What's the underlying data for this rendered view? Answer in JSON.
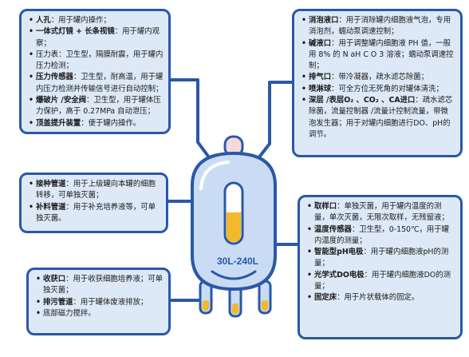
{
  "vessel": {
    "label": "30L-240L",
    "colors": {
      "outline": "#2a58a6",
      "body": "#c9dcf3",
      "liquid": "#f2b92a",
      "cap": "#f6dada"
    }
  },
  "top_left": [
    {
      "term": "人孔",
      "desc": "：用于罐内操作；"
    },
    {
      "term": "一体式灯镜 + 长条视镜",
      "desc": "：用于罐内观察；"
    },
    {
      "term": "",
      "desc": "压力表：卫生型，隔膜耐震，用于罐内压力检测；"
    },
    {
      "term": "压力传感器",
      "desc": "：卫生型，耐高温，用于罐内压力检测并传输信号进行自动控制；"
    },
    {
      "term": "爆破片 /安全阀",
      "desc": "：卫生型，用于罐体压力保护，高于 0.27MPa 自动泄压；"
    },
    {
      "term": "顶盖提升装置",
      "desc": "：便于罐内操作。"
    }
  ],
  "top_right": [
    {
      "term": "消泡液口",
      "desc": "：用于消除罐内细胞液气泡，专用消泡剂，蠕动泵调速控制；"
    },
    {
      "term": "碱液口",
      "desc": "：用于调整罐内细胞液 PH 值，一般用 8% 的 N aH C O 3 溶液；蠕动泵调速控制；"
    },
    {
      "term": "排气口",
      "desc": "：带冷凝器，疏水滤芯除菌；"
    },
    {
      "term": "喷淋球",
      "desc": "：可全方位无死角的对罐体清洗；"
    },
    {
      "term": "深层 /表层O₂ 、CO₂ 、CA进口",
      "desc": "：疏水滤芯除菌，流量控制器 /流量计控制流量，带微泡发生器；用于对罐内细胞进行DO、pH的调节。"
    }
  ],
  "mid_left": [
    {
      "term": "接种管道",
      "desc": "：用于上级罐向本罐的细胞转移，可单独灭菌；"
    },
    {
      "term": "补料管道",
      "desc": "：用于补充培养液等，可单独灭菌。"
    }
  ],
  "bottom_left": [
    {
      "term": "收获口",
      "desc": "：用于收获细胞培养液；可单独灭菌；"
    },
    {
      "term": "排污管道",
      "desc": "：用于罐体废液排放；"
    },
    {
      "term": "",
      "desc": "底部磁力搅拌。"
    }
  ],
  "bottom_right": [
    {
      "term": "取样口",
      "desc": "：单独灭菌，用于罐内温度的测量，单次灭菌，无限次取样，无残留液；"
    },
    {
      "term": "温度传感器",
      "desc": "：卫生型，0-150℃，用于罐内温度的测量；"
    },
    {
      "term": "智能型pH电极",
      "desc": "：用于罐内细胞液pH的测量；"
    },
    {
      "term": "光学式DO电极",
      "desc": "：用于罐内细胞液DO的测量；"
    },
    {
      "term": "固定床",
      "desc": "：用于片状载体的固定。"
    }
  ]
}
